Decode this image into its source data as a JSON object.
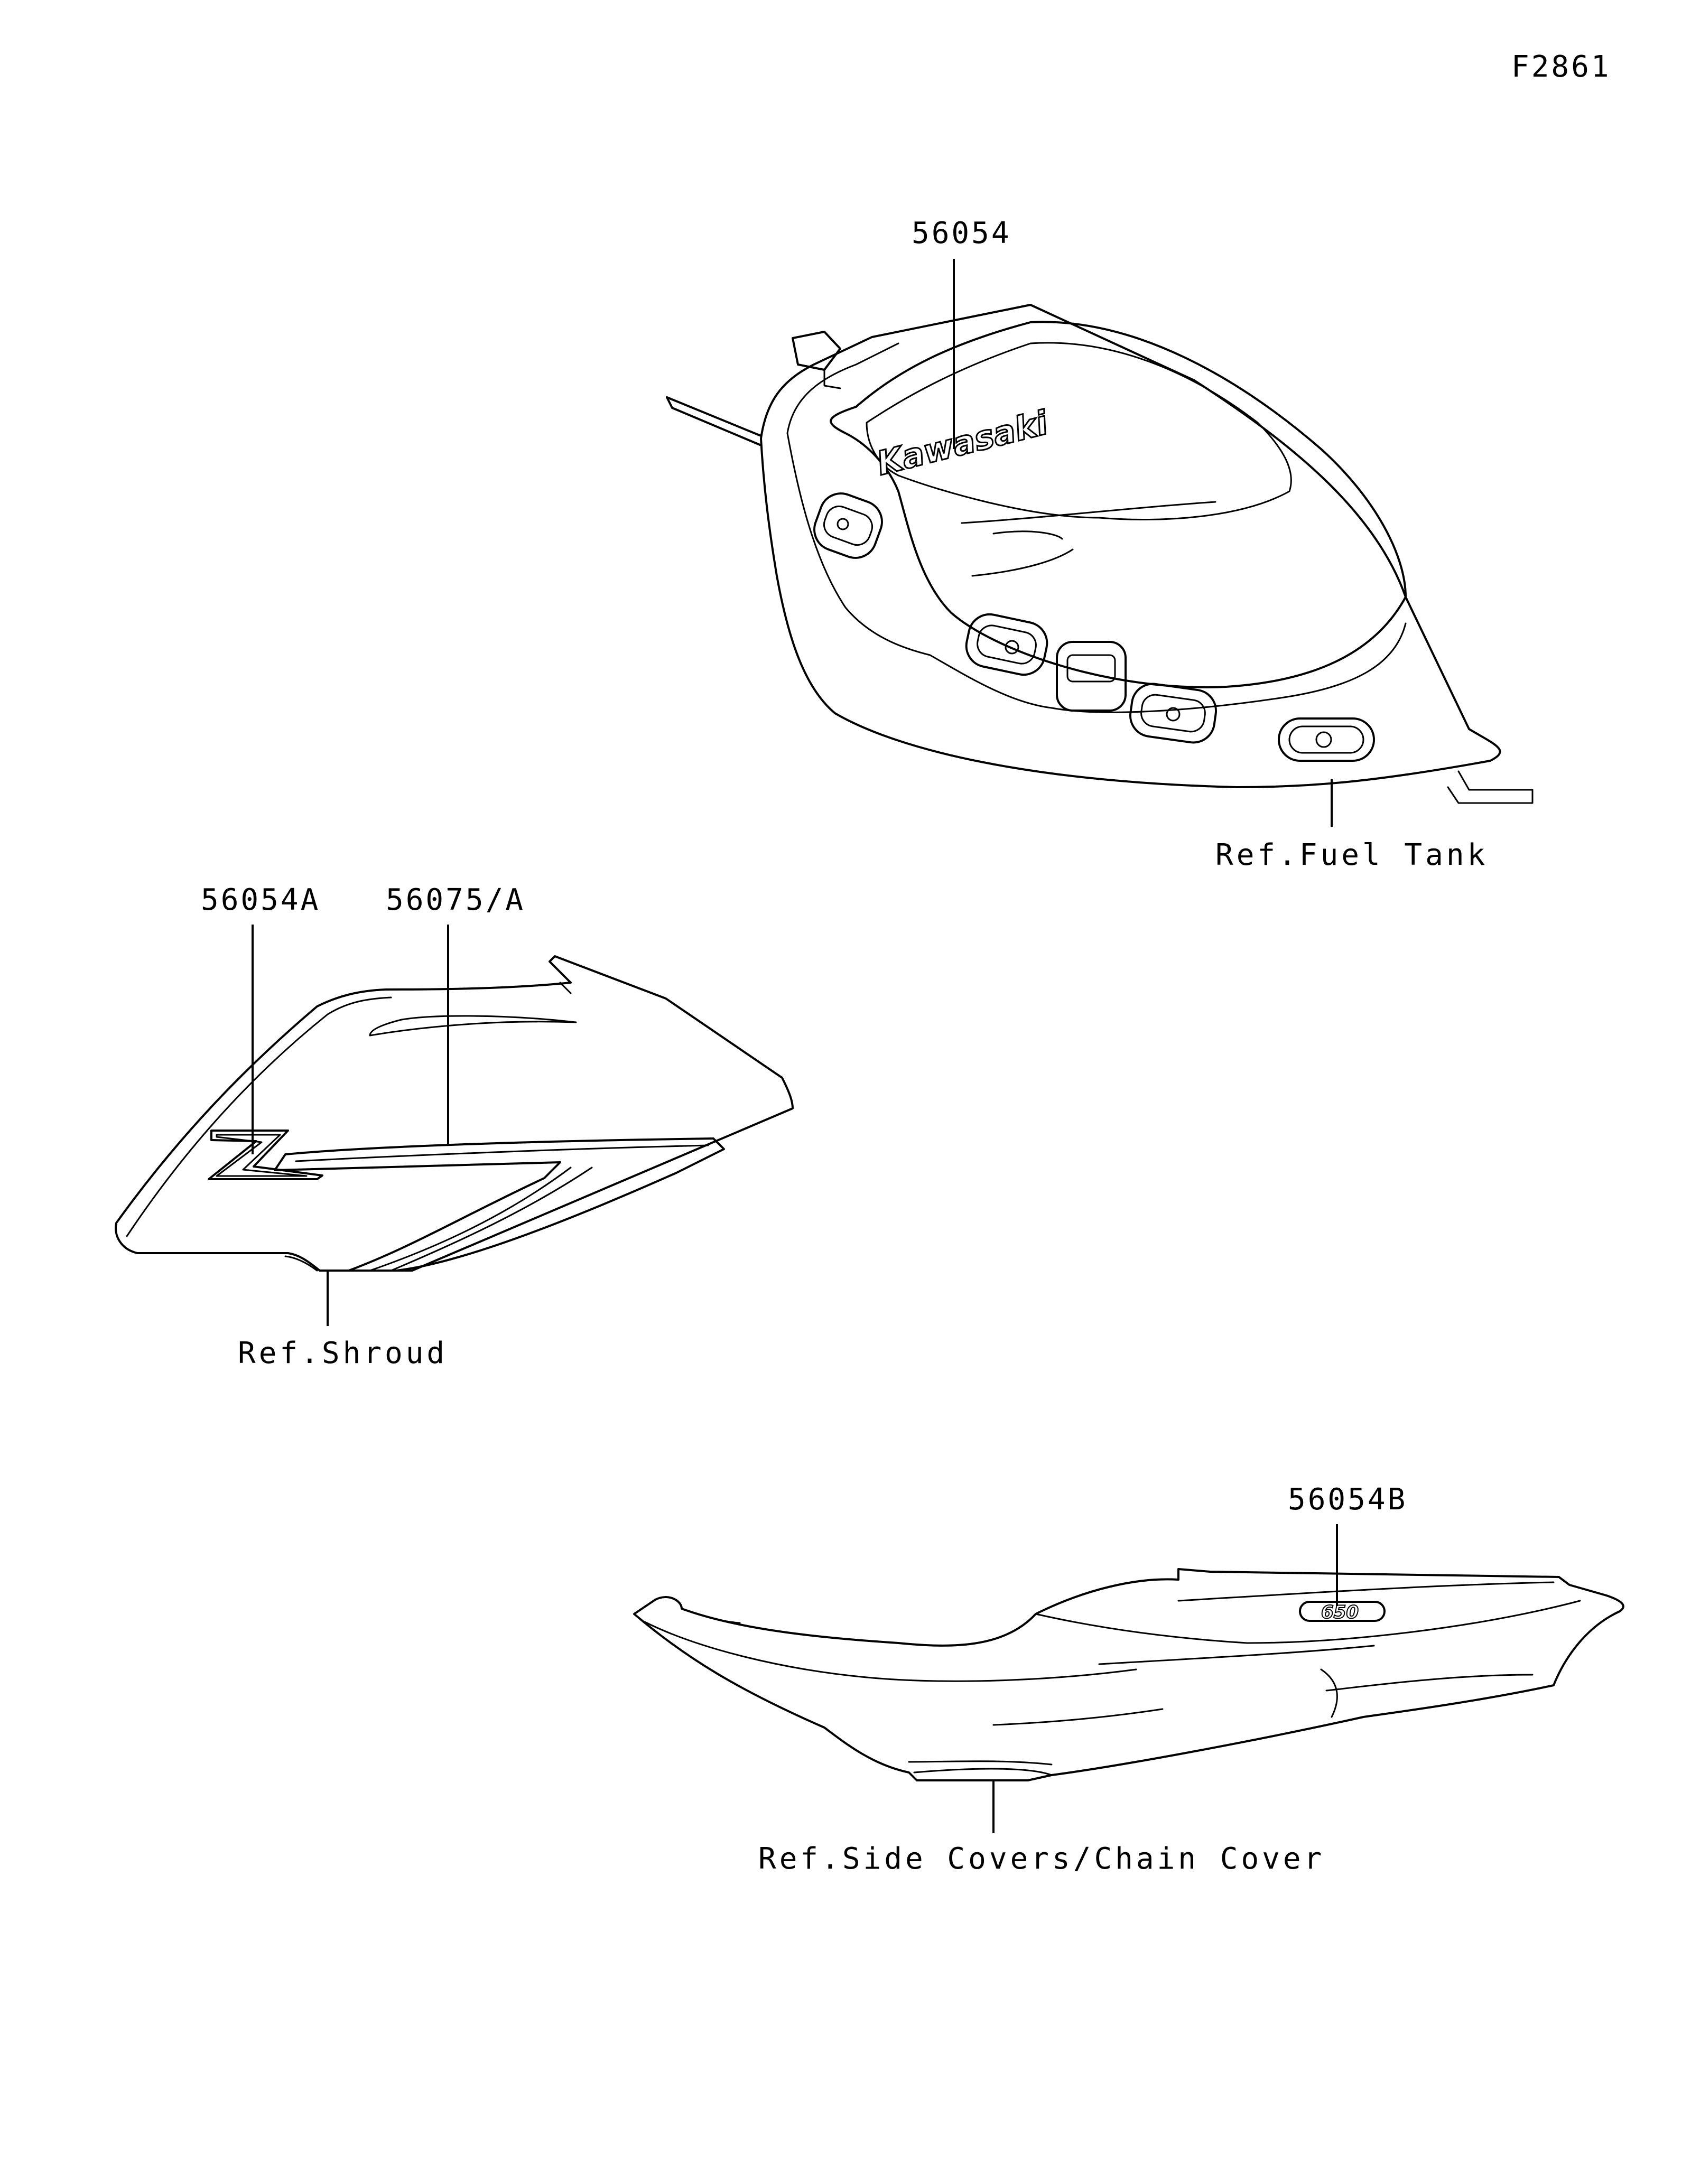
{
  "figure_id": "F2861",
  "callouts": {
    "tank_decal": "56054",
    "shroud_z_emblem": "56054A",
    "shroud_stripe": "56075/A",
    "side_cover_emblem": "56054B"
  },
  "refs": {
    "fuel_tank": "Ref.Fuel Tank",
    "shroud": "Ref.Shroud",
    "side_covers": "Ref.Side Covers/Chain Cover"
  },
  "decal_text": {
    "tank_logo": "Kawasaki",
    "side_cover_logo": "650"
  },
  "colors": {
    "line": "#000000",
    "background": "#ffffff"
  }
}
